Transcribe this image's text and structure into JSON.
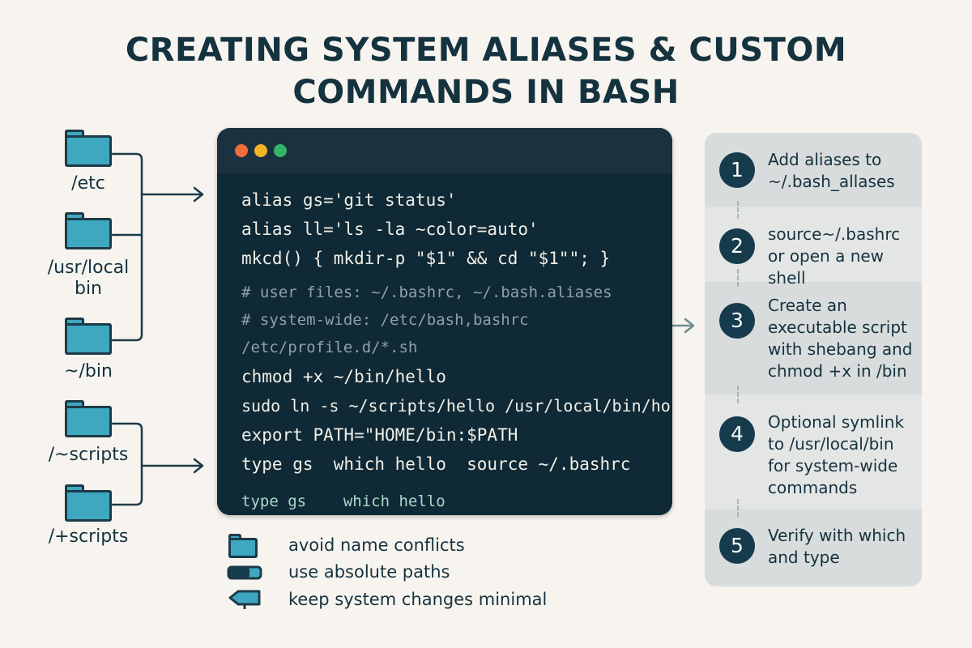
{
  "title": {
    "line1": "CREATING SYSTEM ALIASES & CUSTOM",
    "line2": "COMMANDS IN BASH"
  },
  "folders": [
    {
      "label": "/etc"
    },
    {
      "label": "/usr/local",
      "label2": "bin"
    },
    {
      "label": "~/bin"
    },
    {
      "label": "/~scripts"
    },
    {
      "label": "/+scripts"
    }
  ],
  "terminal": {
    "window_dots": [
      "#f26b3a",
      "#f2b322",
      "#36b36a"
    ],
    "lines": [
      "alias gs='git status'",
      "alias ll='ls -la ~color=auto'",
      "mkcd() { mkdir-p \"$1\" && cd \"$1\"\"; }",
      "# user files: ~/.bashrc, ~/.bash.aliases",
      "# system-wide: /etc/bash,bashrc",
      "/etc/profile.d/*.sh",
      "chmod +x ~/bin/hello",
      "sudo ln -s ~/scripts/hello /usr/local/bin/ho",
      "export PATH=\"HOME/bin:$PATH",
      "type gs  which hello  source ~/.bashrc",
      "type gs    which hello"
    ]
  },
  "steps": [
    {
      "number": "1",
      "text": "Add aliases to ~/.bash_allases"
    },
    {
      "number": "2",
      "text": "source~/.bashrc or open a new shell"
    },
    {
      "number": "3",
      "text": "Create an executable script with shebang and chmod +x in /bin"
    },
    {
      "number": "4",
      "text": "Optional symlink to /usr/local/bin for system-wide commands"
    },
    {
      "number": "5",
      "text": "Verify with which and type"
    }
  ],
  "tips": [
    {
      "icon": "folder-icon",
      "text": "avoid name conflicts"
    },
    {
      "icon": "path-bar-icon",
      "text": "use absolute paths"
    },
    {
      "icon": "signpost-icon",
      "text": "keep system changes minimal"
    }
  ],
  "colors": {
    "background": "#f7f4ef",
    "terminal_bg": "#0f2936",
    "folder_fill": "#3ea8c0",
    "step_circle": "#163b4c",
    "panel_bg": "#e4e6e5"
  }
}
